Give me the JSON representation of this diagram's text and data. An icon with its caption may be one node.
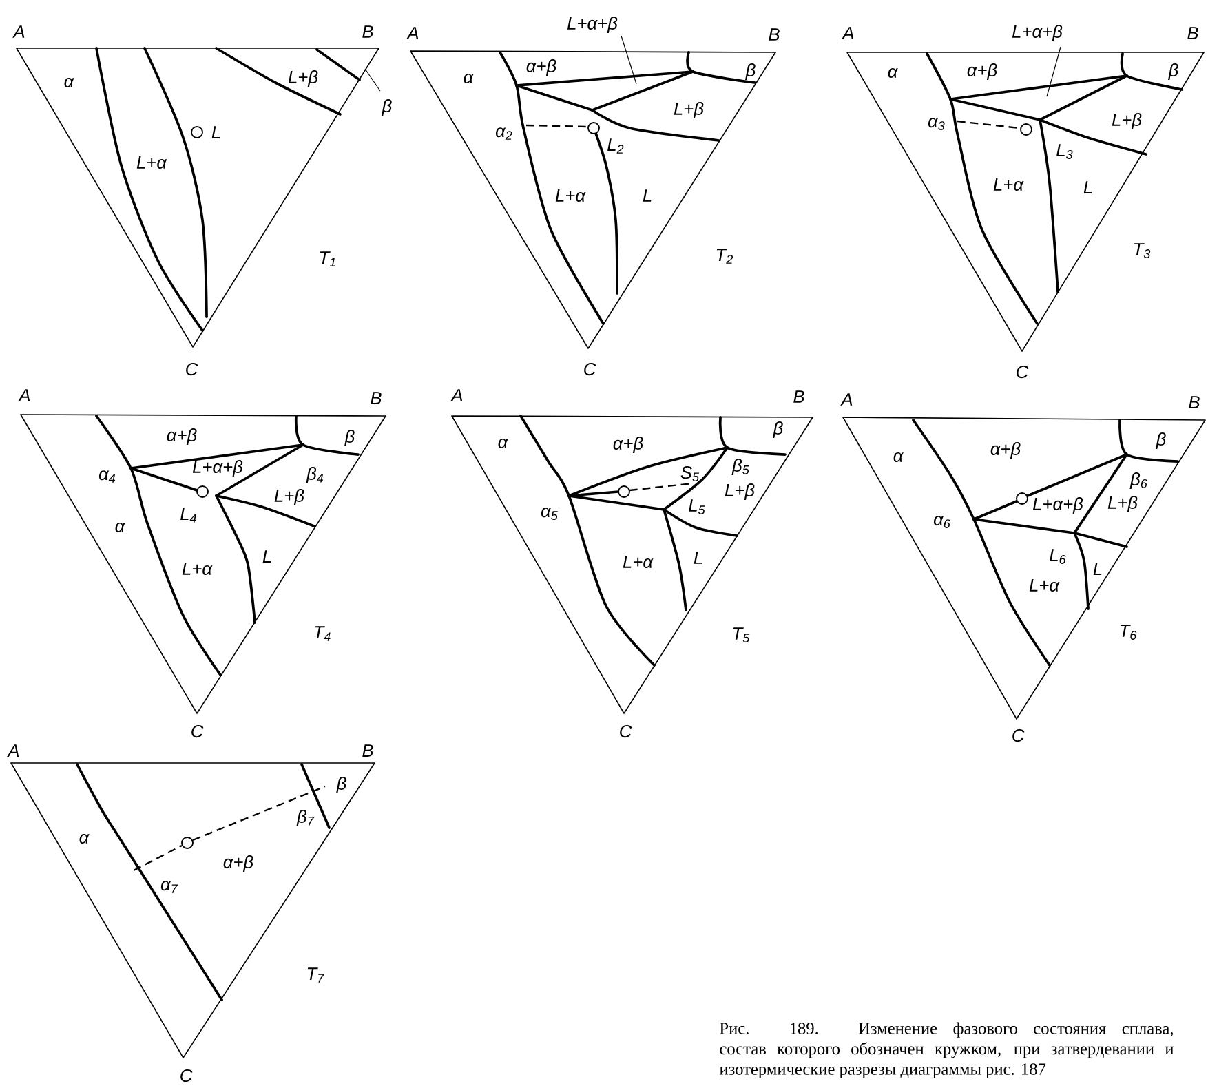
{
  "diagram": {
    "caption": "Рис. 189. Изменение фазового состояния сплава, состав которого обозначен кружком, при затвердевании и изотермические разрезы диаграммы рис. 187",
    "nodes": [
      {
        "text": [
          "α",
          "L+α",
          "L",
          "L+β",
          "β"
        ],
        "beside": [
          "A",
          "B",
          "C",
          "T$_{1}$"
        ]
      },
      {
        "text": [
          "L+α+β",
          "α",
          "α+β",
          "β",
          "L+β",
          "α$_{2}$",
          "L$_{2}$",
          "L+α",
          "L"
        ],
        "beside": [
          "A",
          "B",
          "C",
          "T$_{2}$"
        ]
      },
      {
        "text": [
          "L+α+β",
          "α",
          "α+β",
          "β",
          "L+β",
          "α$_{3}$",
          "L$_{3}$",
          "L+α",
          "L"
        ],
        "beside": [
          "A",
          "B",
          "C",
          "T$_{3}$"
        ]
      },
      {
        "text": [
          "α+β",
          "β",
          "α$_{4}$",
          "L+α+β",
          "β$_{4}$",
          "L+β",
          "L$_{4}$",
          "α",
          "L+α",
          "L"
        ],
        "beside": [
          "A",
          "B",
          "C",
          "T$_{4}$"
        ]
      },
      {
        "text": [
          "α",
          "α+β",
          "β",
          "S$_{5}$",
          "β$_{5}$",
          "L+β",
          "α$_{5}$",
          "L$_{5}$",
          "L+α",
          "L"
        ],
        "beside": [
          "A",
          "B",
          "C",
          "T$_{5}$"
        ]
      },
      {
        "text": [
          "α",
          "α+β",
          "β",
          "β$_{6}$",
          "L+α+β",
          "L+β",
          "α$_{6}$",
          "L$_{6}$",
          "L",
          "L+α"
        ],
        "beside": [
          "A",
          "B",
          "C",
          "T$_{6}$"
        ]
      },
      {
        "text": [
          "α",
          "β",
          "β$_{7}$",
          "α+β",
          "α$_{7}$"
        ],
        "beside": [
          "A",
          "B",
          "C",
          "T$_{7}$"
        ]
      }
    ]
  }
}
